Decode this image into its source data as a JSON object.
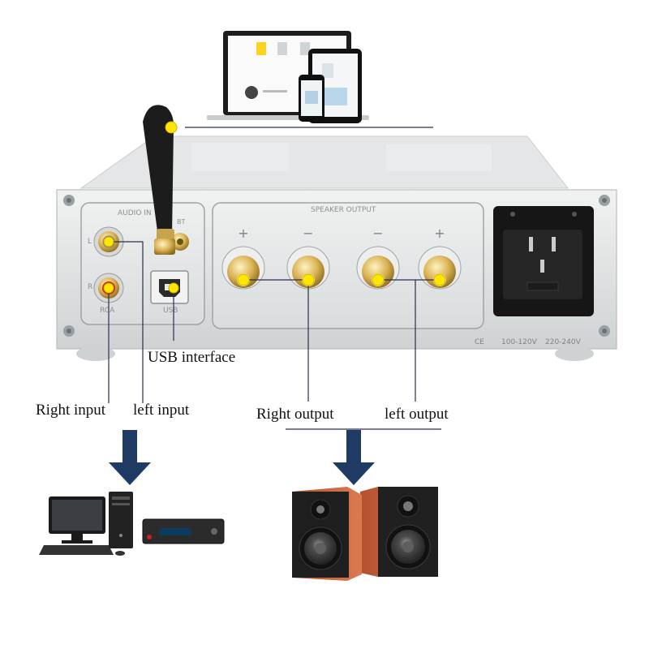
{
  "panel_labels": {
    "audio_in": "AUDIO IN",
    "speaker_output": "SPEAKER OUTPUT",
    "rca": "RCA",
    "usb": "USB",
    "left_mark": "L",
    "right_mark": "R",
    "bt": "BT",
    "voltage_low": "100-120V",
    "voltage_high": "220-240V",
    "ce": "CE"
  },
  "terminal_marks": [
    "+",
    "−",
    "−",
    "+"
  ],
  "callouts": {
    "usb_interface": "USB interface",
    "right_input": "Right input",
    "left_input": "left input",
    "right_output": "Right output",
    "left_output": "left output"
  },
  "colors": {
    "marker": "#ffe600",
    "arrow": "#1f3b63",
    "chassis": "#d8dadb",
    "panel": "#e9eaeb",
    "antenna": "#1c1c1c",
    "gold": "#c9a447",
    "speaker_wood": "#c9653f",
    "speaker_front": "#1e1e1e"
  },
  "icons": {
    "input_arrow": "down-arrow-icon",
    "output_arrow": "down-arrow-icon",
    "sources": "computer-and-player-icon",
    "speakers": "bookshelf-speakers-icon",
    "devices": "laptop-tablet-phone-icon"
  }
}
